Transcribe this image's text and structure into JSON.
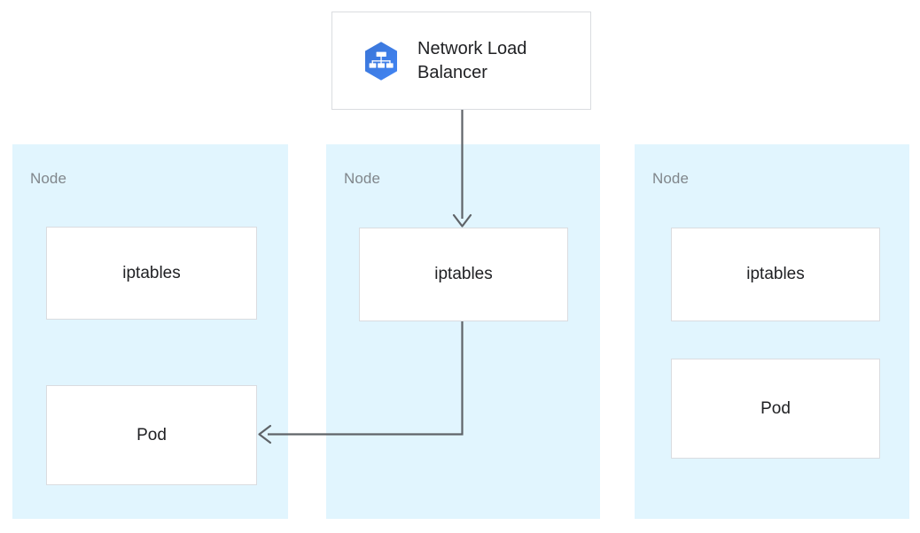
{
  "diagram": {
    "title": "Kubernetes Network Load Balancer iptables traffic flow",
    "background_color": "#ffffff",
    "node_panel_color": "#e1f5fe",
    "box_border_color": "#dadce0",
    "box_fill_color": "#ffffff",
    "connector_color": "#5f6368",
    "accent_color": "#4285f4",
    "label_color": "#80868b",
    "text_color": "#202124"
  },
  "load_balancer": {
    "title": "Network Load Balancer",
    "icon": "network-load-balancer-icon"
  },
  "nodes": [
    {
      "label": "Node",
      "boxes": [
        {
          "label": "iptables",
          "kind": "iptables"
        },
        {
          "label": "Pod",
          "kind": "pod"
        }
      ]
    },
    {
      "label": "Node",
      "boxes": [
        {
          "label": "iptables",
          "kind": "iptables"
        }
      ]
    },
    {
      "label": "Node",
      "boxes": [
        {
          "label": "iptables",
          "kind": "iptables"
        },
        {
          "label": "Pod",
          "kind": "pod"
        }
      ]
    }
  ],
  "connectors": [
    {
      "name": "lb-to-middle-iptables",
      "from": "Network Load Balancer",
      "to": "iptables (middle node)",
      "direction": "down",
      "arrowhead": "end"
    },
    {
      "name": "middle-iptables-to-left-pod",
      "from": "iptables (middle node)",
      "to": "Pod (left node)",
      "direction": "down-then-left",
      "arrowhead": "end"
    }
  ]
}
